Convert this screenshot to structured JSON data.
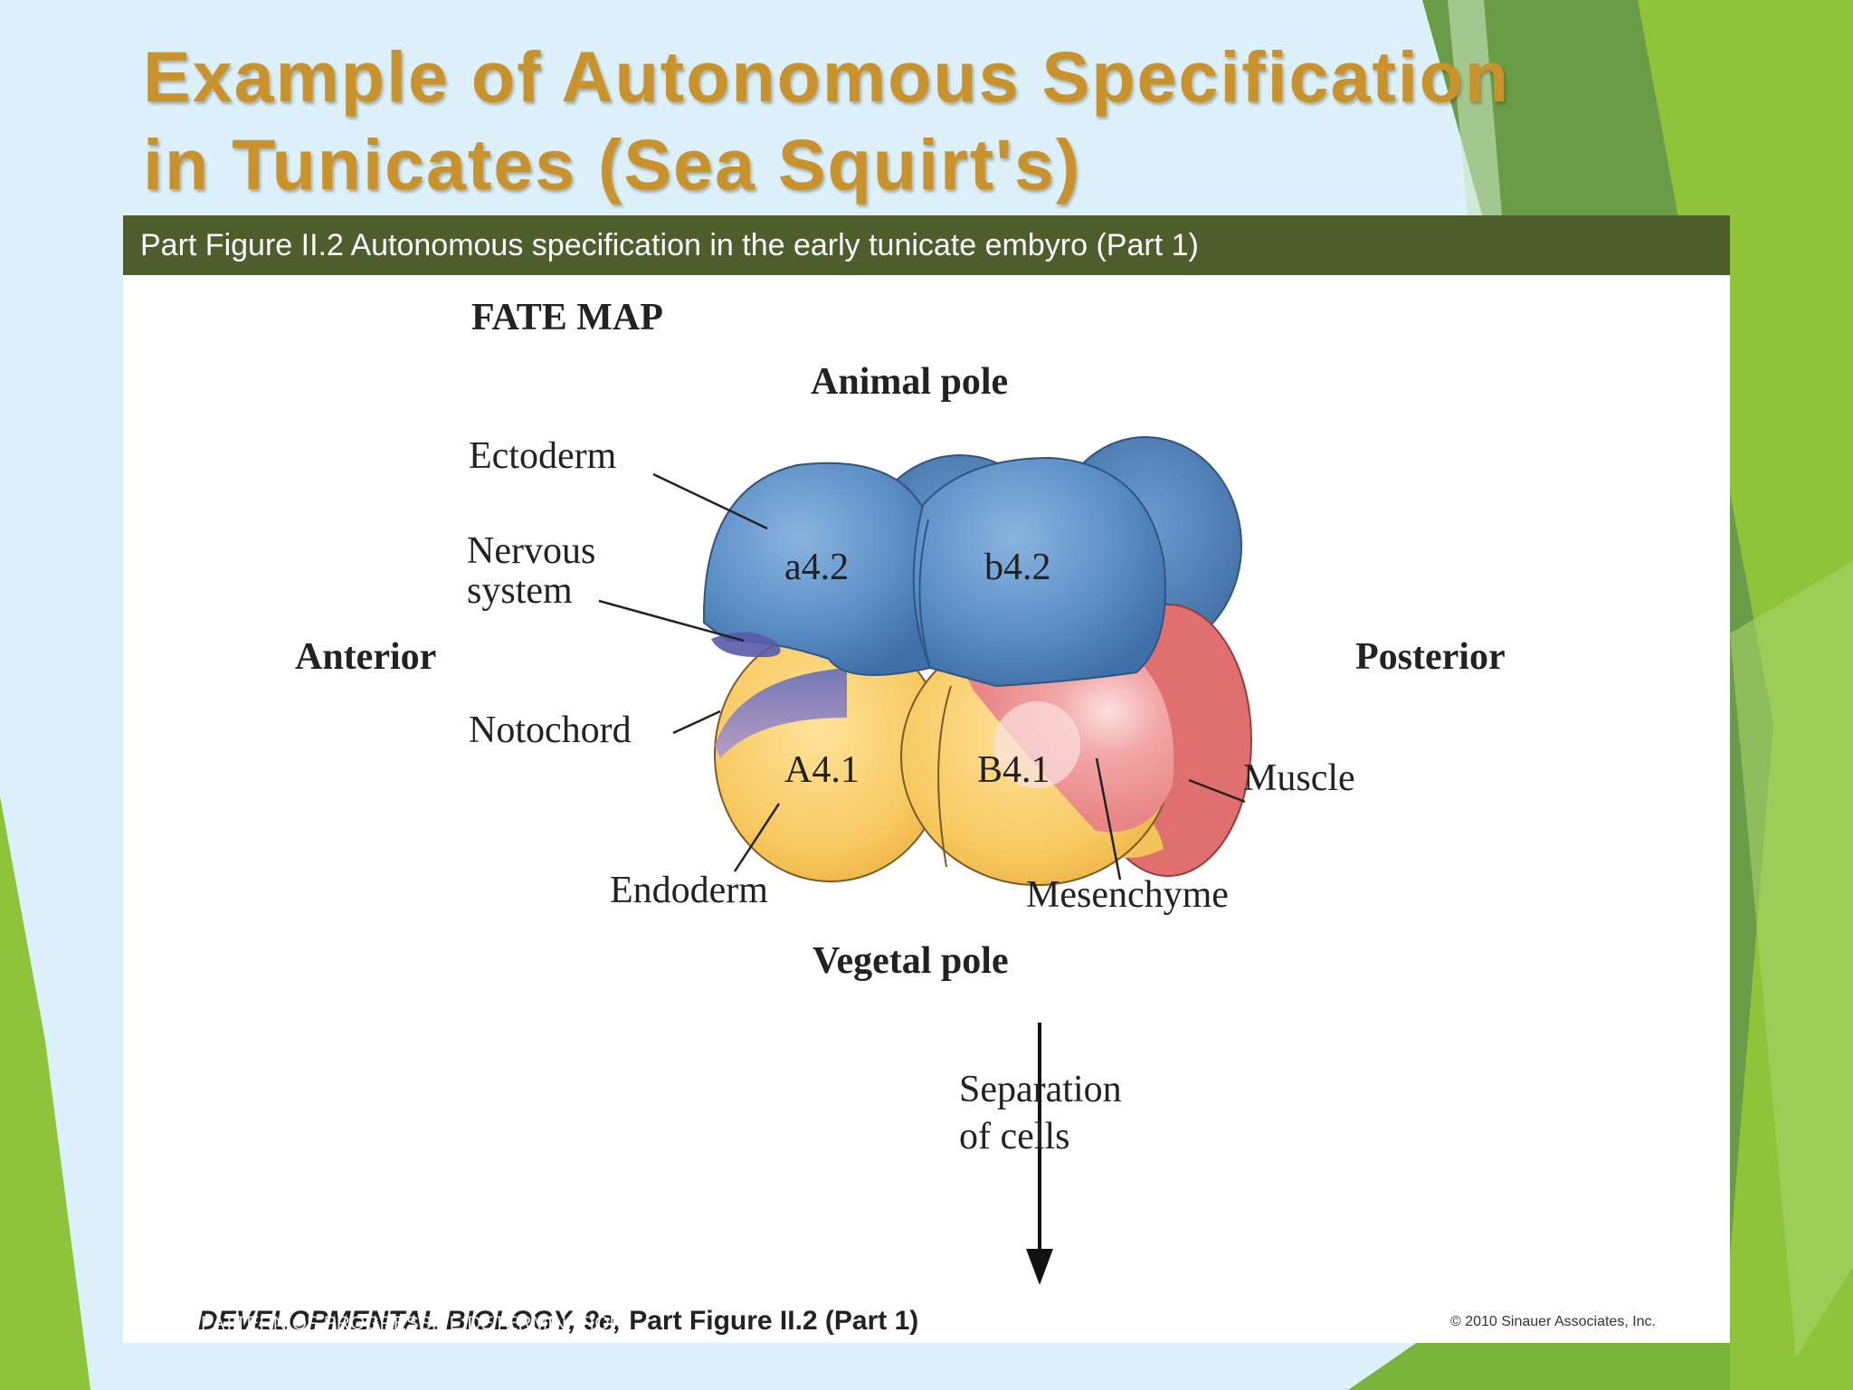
{
  "slide": {
    "title_line1": "Example of Autonomous Specification",
    "title_line2": "in Tunicates (Sea Squirt's)",
    "accent_color": "#c9922a",
    "theme_green": "#7cb82f"
  },
  "figure": {
    "header": "Part Figure II.2  Autonomous specification in the early tunicate embyro (Part 1)",
    "fate_map_title": "FATE MAP",
    "animal_pole": "Animal pole",
    "vegetal_pole": "Vegetal pole",
    "anterior": "Anterior",
    "posterior": "Posterior",
    "cells": {
      "a42": "a4.2",
      "b42": "b4.2",
      "A41": "A4.1",
      "B41": "B4.1"
    },
    "tissues": {
      "ectoderm": "Ectoderm",
      "nervous_line1": "Nervous",
      "nervous_line2": "system",
      "notochord": "Notochord",
      "endoderm": "Endoderm",
      "mesenchyme": "Mesenchyme",
      "muscle": "Muscle"
    },
    "tissue_colors": {
      "ectoderm": "#5b8fc6",
      "nervous_system": "#5a5aa8",
      "notochord": "#a58ac0",
      "endoderm": "#f7c85e",
      "mesenchyme": "#f3a7a7",
      "muscle": "#e06b6b"
    },
    "arrow_label_line1": "Separation",
    "arrow_label_line2": "of cells",
    "footer_book": "DEVELOPMENTAL BIOLOGY, 9e,",
    "footer_part": " Part Figure II.2 (Part 1)",
    "copyright": "© 2010 Sinauer Associates, Inc.",
    "watermark": "PATTERN OF PROGRESSIVE DETERMINATION"
  }
}
